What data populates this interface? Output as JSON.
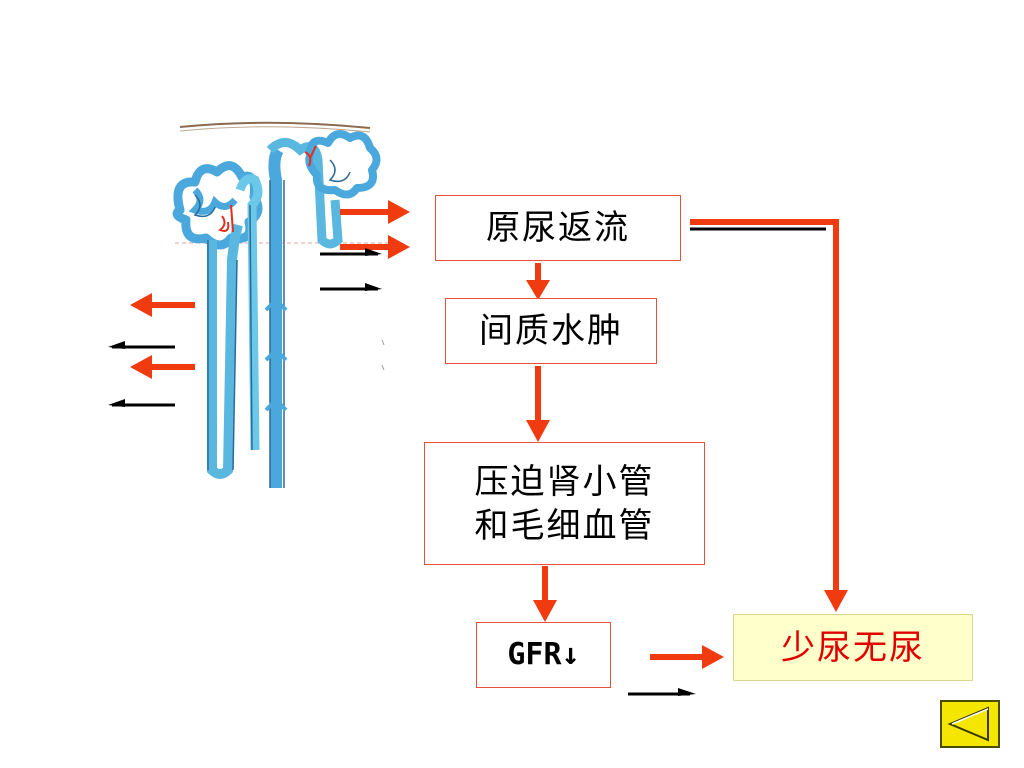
{
  "flowchart": {
    "reflux": "原尿返流",
    "edema": "间质水肿",
    "compress_line1": "压迫肾小管",
    "compress_line2": "和毛细血管",
    "gfr": "GFR↓",
    "oliguria": "少尿无尿"
  },
  "colors": {
    "arrow_red": "#f03a10",
    "box_border": "#e8503a",
    "oliguria_text": "#e00000",
    "oliguria_bg": "#ffffcc",
    "nephron_blue": "#5ab8e0",
    "nav_button": "#f5e600"
  },
  "icons": {
    "nephron": "nephron-illustration-icon",
    "nav_back": "back-triangle-icon"
  }
}
